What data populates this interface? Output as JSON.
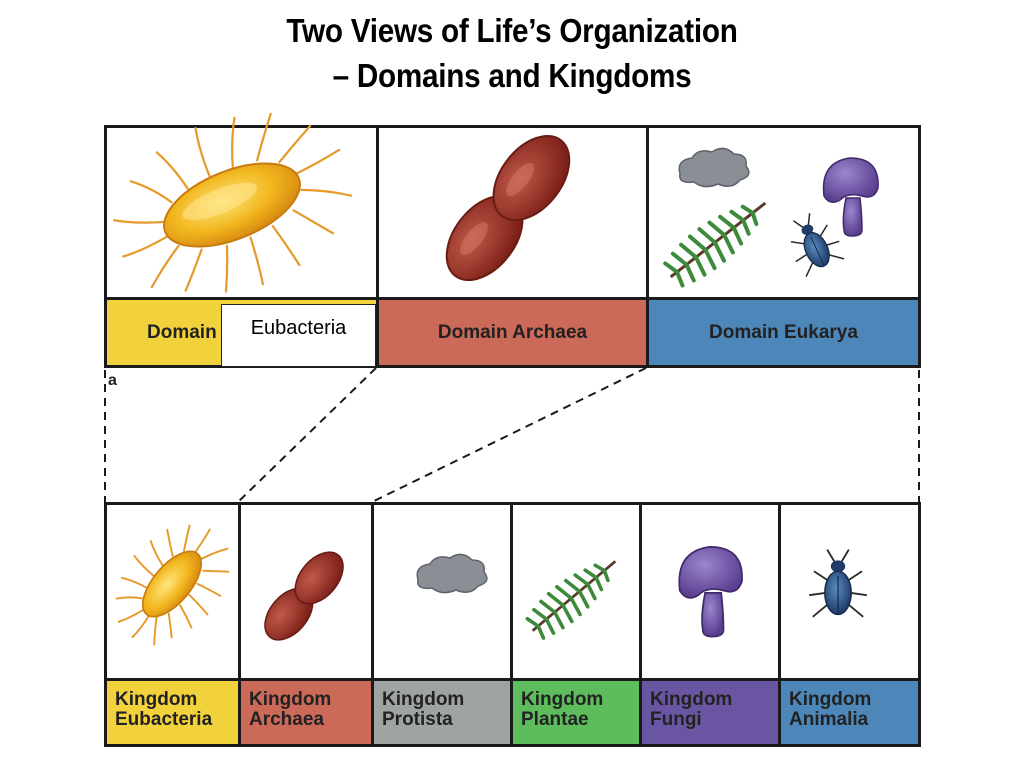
{
  "title": {
    "line1": "Two Views of Life’s Organization",
    "line2": "– Domains and Kingdoms"
  },
  "domains": [
    {
      "label": "Domain",
      "color": "#f2d23c"
    },
    {
      "label": "Domain Archaea",
      "color": "#cb6a58"
    },
    {
      "label": "Domain Eukarya",
      "color": "#4d86b8"
    }
  ],
  "overlay_box": {
    "text": "Eubacteria"
  },
  "panel_letter": "a",
  "kingdoms": [
    {
      "line1": "Kingdom",
      "line2": "Eubacteria",
      "color": "#f2d23c"
    },
    {
      "line1": "Kingdom",
      "line2": "Archaea",
      "color": "#cb6a58"
    },
    {
      "line1": "Kingdom",
      "line2": "Protista",
      "color": "#9fa3a2"
    },
    {
      "line1": "Kingdom",
      "line2": "Plantae",
      "color": "#5dbc5b"
    },
    {
      "line1": "Kingdom",
      "line2": "Fungi",
      "color": "#6a55a3"
    },
    {
      "line1": "Kingdom",
      "line2": "Animalia",
      "color": "#4d86b8"
    }
  ]
}
